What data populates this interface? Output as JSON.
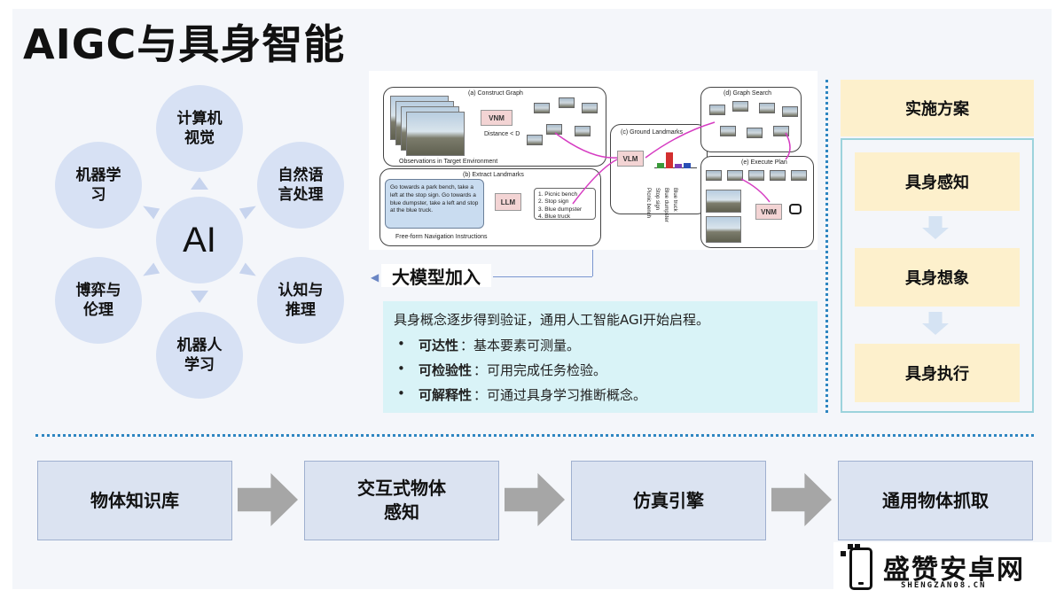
{
  "title": "AIGC与具身智能",
  "wheel": {
    "center": "AI",
    "nodes": {
      "top": "计算机视觉",
      "top_right": "自然语言处理",
      "bottom_right": "认知与推理",
      "bottom": "机器人学习",
      "bottom_left": "博弈与伦理",
      "top_left": "机器学习"
    }
  },
  "figure": {
    "construct_graph": "(a)  Construct Graph",
    "vnm": "VNM",
    "distance": "Distance < D",
    "observations": "Observations in Target Environment",
    "extract_landmarks": "(b) Extract Landmarks",
    "instruction": "Go towards a park bench, take a left at the stop sign. Go towards a blue dumpster, take a left and stop at the blue truck.",
    "llm": "LLM",
    "landmarks": [
      "1. Picnic bench",
      "2. Stop sign",
      "3. Blue dumpster",
      "4. Blue truck"
    ],
    "freeform": "Free-form Navigation Instructions",
    "ground_landmarks": "(c) Ground Landmarks",
    "vlm": "VLM",
    "bar_labels": [
      "Picnic bench",
      "Stop sign",
      "Blue dumpster",
      "Blue truck"
    ],
    "graph_search": "(d) Graph Search",
    "execute_plan": "(e) Execute Plan",
    "vnm2": "VNM"
  },
  "big_model": "大模型加入",
  "info": {
    "intro": "具身概念逐步得到验证，通用人工智能AGI开始启程。",
    "bullets": [
      {
        "dot": "•",
        "term": "可达性",
        "sep": "：",
        "desc": "基本要素可测量。"
      },
      {
        "dot": "•",
        "term": "可检验性",
        "sep": "：",
        "desc": "可用完成任务检验。"
      },
      {
        "dot": "•",
        "term": "可解释性",
        "sep": "：",
        "desc": "可通过具身学习推断概念。"
      }
    ]
  },
  "impl": {
    "head": "实施方案",
    "steps": [
      "具身感知",
      "具身想象",
      "具身执行"
    ]
  },
  "flow": [
    "物体知识库",
    "交互式物体感知",
    "仿真引擎",
    "通用物体抓取"
  ],
  "watermark": {
    "text": "盛赞安卓网",
    "sub": "SHENGZAN08.CN"
  },
  "colors": {
    "circle": "#d7e1f4",
    "info_bg": "#d9f3f7",
    "impl_bg": "#fdf0cc",
    "flow_bg": "#dbe3f1",
    "dots": "#2e86c1"
  }
}
